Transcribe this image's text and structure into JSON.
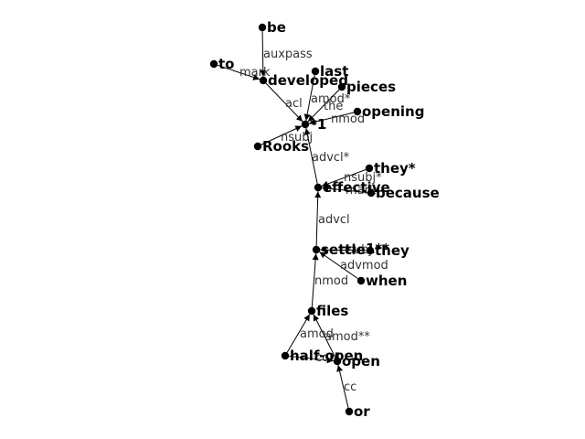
{
  "nodes": [
    {
      "id": "be",
      "label": "be"
    },
    {
      "id": "to",
      "label": "to"
    },
    {
      "id": "developed",
      "label": "developed"
    },
    {
      "id": "last",
      "label": "last"
    },
    {
      "id": "pieces",
      "label": "pieces"
    },
    {
      "id": "opening",
      "label": "opening"
    },
    {
      "id": "root",
      "label": "*1"
    },
    {
      "id": "rooks",
      "label": "Rooks"
    },
    {
      "id": "they_star",
      "label": "they*"
    },
    {
      "id": "effective",
      "label": "effective"
    },
    {
      "id": "because",
      "label": "because"
    },
    {
      "id": "settle",
      "label": "settle"
    },
    {
      "id": "settle_overlap",
      "label": "1**"
    },
    {
      "id": "they",
      "label": "they"
    },
    {
      "id": "when",
      "label": "when"
    },
    {
      "id": "files",
      "label": "files"
    },
    {
      "id": "half_open",
      "label": "half-open"
    },
    {
      "id": "open",
      "label": "open"
    },
    {
      "id": "or",
      "label": "or"
    }
  ],
  "edges": [
    {
      "from": "be",
      "to": "developed",
      "label": "auxpass"
    },
    {
      "from": "to",
      "to": "developed",
      "label": "mark"
    },
    {
      "from": "developed",
      "to": "root",
      "label": "acl"
    },
    {
      "from": "last",
      "to": "root",
      "label": "amod*"
    },
    {
      "from": "pieces",
      "to": "root",
      "label": "the"
    },
    {
      "from": "opening",
      "to": "root",
      "label": "nmod"
    },
    {
      "from": "rooks",
      "to": "root",
      "label": "nsubj"
    },
    {
      "from": "effective",
      "to": "root",
      "label": "advcl*"
    },
    {
      "from": "they_star",
      "to": "effective",
      "label": "nsubj*"
    },
    {
      "from": "because",
      "to": "effective",
      "label": "mark"
    },
    {
      "from": "settle",
      "to": "effective",
      "label": "advcl"
    },
    {
      "from": "they",
      "to": "settle",
      "label": "nsubj"
    },
    {
      "from": "when",
      "to": "settle",
      "label": "advmod"
    },
    {
      "from": "files",
      "to": "settle",
      "label": "nmod"
    },
    {
      "from": "half_open",
      "to": "files",
      "label": "amod"
    },
    {
      "from": "open",
      "to": "files",
      "label": "amod**"
    },
    {
      "from": "half_open",
      "to": "open",
      "label": "conj"
    },
    {
      "from": "or",
      "to": "open",
      "label": "cc"
    }
  ]
}
